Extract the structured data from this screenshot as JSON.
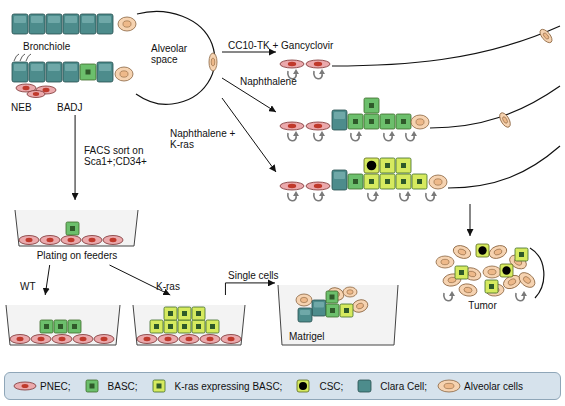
{
  "diagram": {
    "nodes": [
      {
        "text": [
          "Bronchiole",
          "Alveolar space",
          "NEB",
          "BADJ"
        ]
      },
      {
        "text": [
          "Plating on feeders"
        ]
      },
      {
        "text": [
          "WT"
        ]
      },
      {
        "text": [
          "K-ras"
        ]
      },
      {
        "text": [
          "Matrigel"
        ]
      },
      {
        "text": [
          "Tumor"
        ]
      }
    ],
    "edges": [
      {
        "from": 0,
        "to": 1,
        "arrow": "to",
        "label": "FACS sort on Sca1+;CD34+"
      },
      {
        "from": 1,
        "to": 2,
        "arrow": "to"
      },
      {
        "from": 1,
        "to": 3,
        "arrow": "to"
      },
      {
        "from": 3,
        "to": 4,
        "arrow": "to",
        "label": "Single cells"
      }
    ],
    "labels": [
      "CC10-TK + Gancyclovir",
      "Naphthalene",
      "Naphthalene + K-ras"
    ],
    "legend": [
      {
        "text": "PNEC;",
        "color": "#eba9ac"
      },
      {
        "text": "BASC;",
        "color": "#6cbf6c"
      },
      {
        "text": "K-ras expressing BASC;",
        "color": "#d6ea5f"
      },
      {
        "text": "CSC;",
        "color": "#000000"
      },
      {
        "text": "Clara Cell;",
        "color": "#4d8c8c"
      },
      {
        "text": "Alveolar cells",
        "color": "#f6d3b1"
      }
    ]
  }
}
